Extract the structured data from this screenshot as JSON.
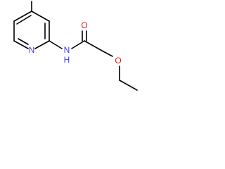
{
  "molecule": {
    "atoms": {
      "ring_nitrogen": {
        "label": "N",
        "color": "#3a3af0"
      },
      "amide_nitrogen": {
        "label": "N",
        "color": "#3a3af0"
      },
      "amide_hydrogen": {
        "label": "H",
        "color": "#3a3af0"
      },
      "carbonyl_oxygen": {
        "label": "O",
        "color": "#e21b1b"
      },
      "ether_oxygen": {
        "label": "O",
        "color": "#e21b1b"
      }
    },
    "bond_color": "#000000"
  }
}
